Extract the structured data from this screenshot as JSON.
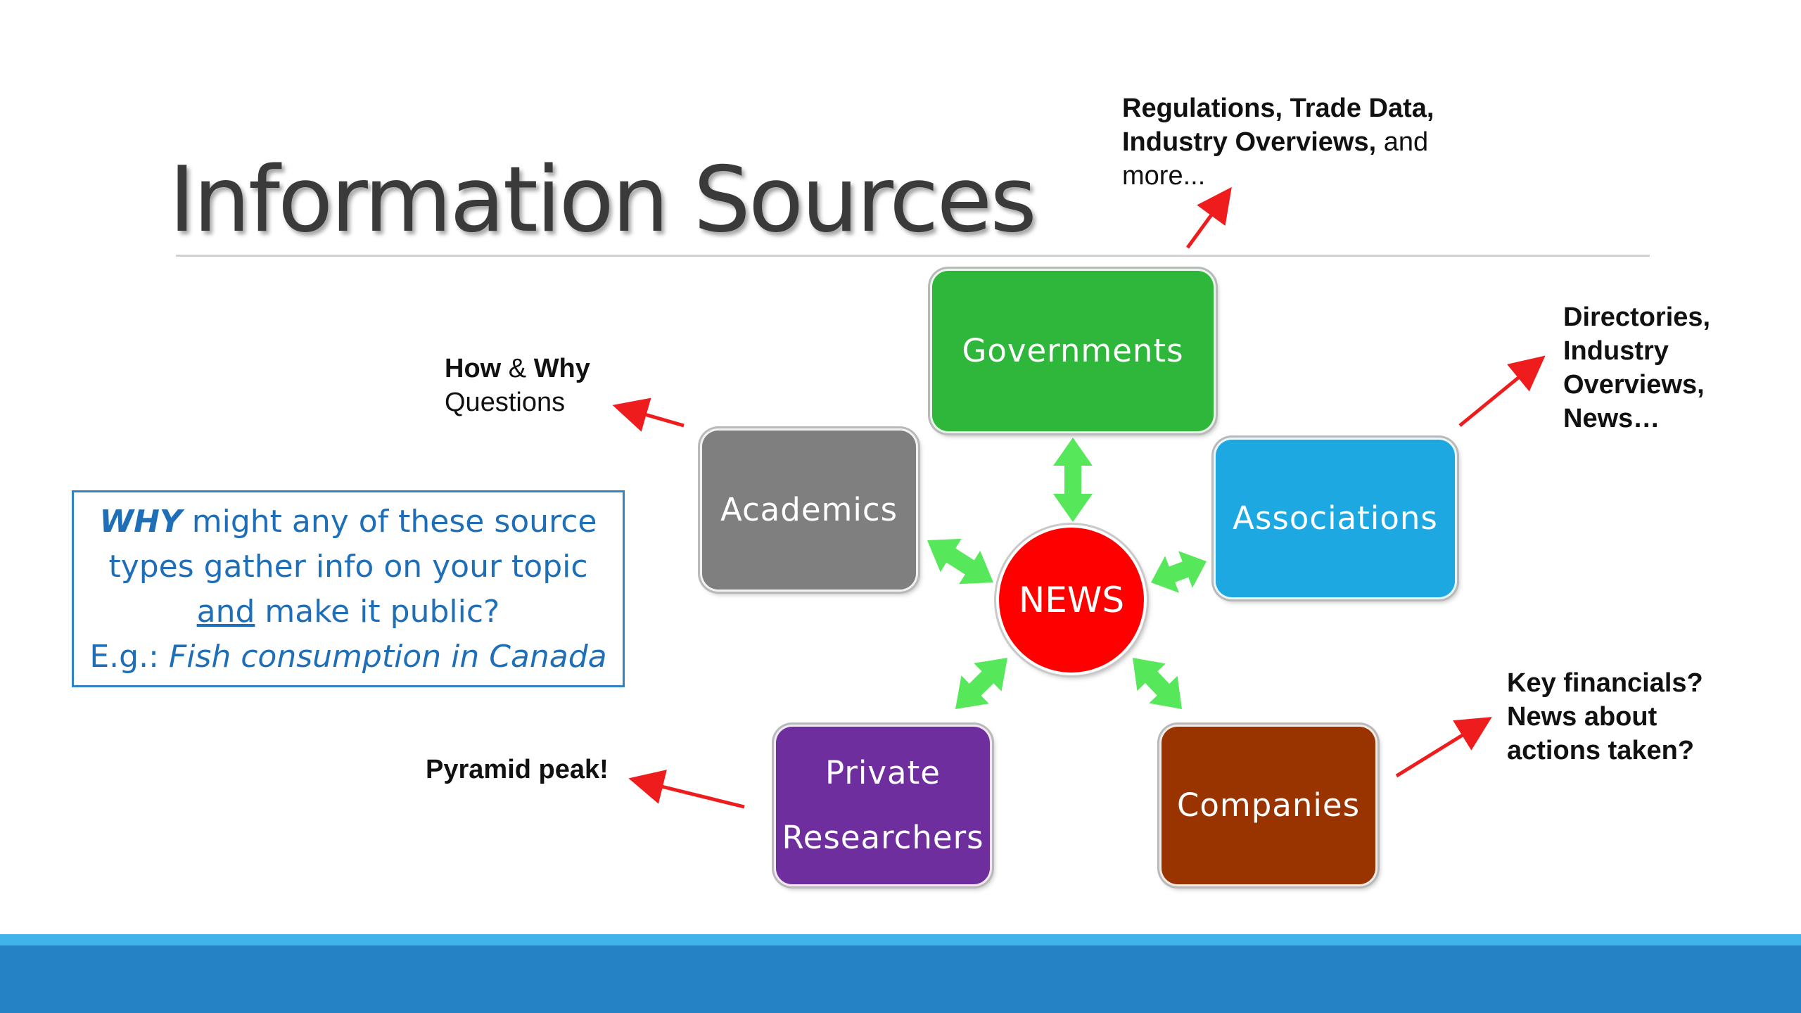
{
  "slide": {
    "title": "Information Sources"
  },
  "diagram": {
    "center": {
      "label": "NEWS",
      "color": "#ff0000"
    },
    "nodes": {
      "governments": {
        "label": "Governments",
        "color": "#2eb73a"
      },
      "academics": {
        "label": "Academics",
        "color": "#7f7f7f"
      },
      "associations": {
        "label": "Associations",
        "color": "#1ea8e2"
      },
      "private_researchers": {
        "label": "Private\nResearchers",
        "color": "#6f2e9e"
      },
      "companies": {
        "label": "Companies",
        "color": "#993300"
      }
    },
    "connector_color": "#56e85a",
    "pointer_color": "#ee1c1c"
  },
  "notes": {
    "governments": {
      "line1": "Regulations, Trade Data,",
      "line2_bold": "Industry Overviews,",
      "line2_rest": " and",
      "line3": "more..."
    },
    "academics": {
      "bold1": "How",
      "amp": " & ",
      "bold2": "Why",
      "line2": "Questions"
    },
    "associations": {
      "lines": [
        "Directories,",
        "Industry",
        "Overviews,",
        "News…"
      ]
    },
    "private_researchers": {
      "text": "Pyramid peak!"
    },
    "companies": {
      "lines": [
        "Key financials?",
        "News about",
        "actions taken?"
      ]
    }
  },
  "question_box": {
    "why": "WHY",
    "line1_rest": " might any of these source",
    "line2": "types gather info on your topic",
    "and": "and",
    "line3_rest": " make it public?",
    "eg": "E.g.: ",
    "example": "Fish consumption in Canada"
  },
  "colors": {
    "footer_bar": "#2482c5",
    "footer_strip": "#3fb3ea",
    "question_text": "#1f6fb8"
  }
}
